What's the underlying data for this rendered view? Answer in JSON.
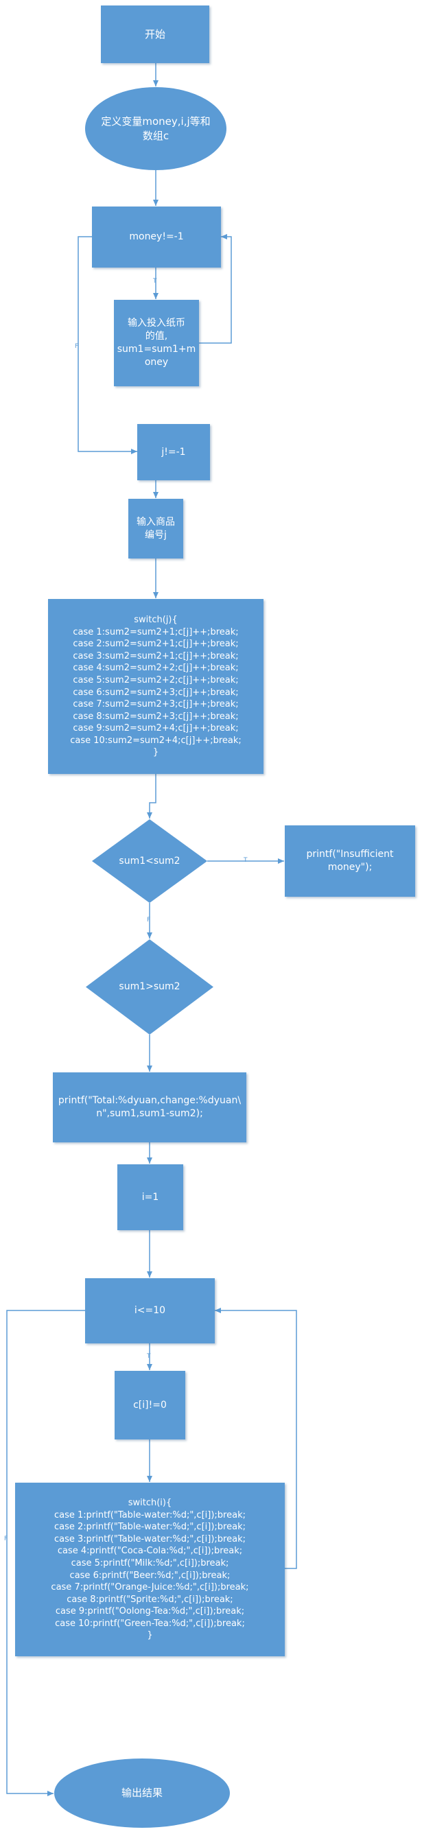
{
  "colors": {
    "node_fill": "#5b9bd5",
    "connector": "#5b9bd5",
    "text": "#ffffff"
  },
  "nodes": {
    "start": "开始",
    "define": "定义变量money,i,j等和\n数组c",
    "money_check": "money!=-1",
    "input_money": "输入投入纸币\n的值,\nsum1=sum1+m\noney",
    "j_check": "j!=-1",
    "input_item": "输入商品\n编号j",
    "switch_j": "switch(j){\ncase 1:sum2=sum2+1;c[j]++;break;\ncase 2:sum2=sum2+1;c[j]++;break;\ncase 3:sum2=sum2+1;c[j]++;break;\ncase 4:sum2=sum2+2;c[j]++;break;\ncase 5:sum2=sum2+2;c[j]++;break;\ncase 6:sum2=sum2+3;c[j]++;break;\ncase 7:sum2=sum2+3;c[j]++;break;\ncase 8:sum2=sum2+3;c[j]++;break;\ncase 9:sum2=sum2+4;c[j]++;break;\ncase 10:sum2=sum2+4;c[j]++;break;\n}",
    "lt_check": "sum1<sum2",
    "insufficient": "printf(\"Insufficient\nmoney\");",
    "gt_check": "sum1>sum2",
    "print_total": "printf(\"Total:%dyuan,change:%dyuan\\\nn\",sum1,sum1-sum2);",
    "i_init": "i=1",
    "i_check": "i<=10",
    "c_check": "c[i]!=0",
    "switch_i": "switch(i){\ncase 1:printf(\"Table-water:%d;\",c[i]);break;\ncase 2:printf(\"Table-water:%d;\",c[i]);break;\ncase 3:printf(\"Table-water:%d;\",c[i]);break;\ncase 4:printf(\"Coca-Cola:%d;\",c[i]);break;\ncase 5:printf(\"Milk:%d;\",c[i]);break;\ncase 6:printf(\"Beer:%d;\",c[i]);break;\ncase 7:printf(\"Orange-Juice:%d;\",c[i]);break;\ncase 8:printf(\"Sprite:%d;\",c[i]);break;\ncase 9:printf(\"Oolong-Tea:%d;\",c[i]);break;\ncase 10:printf(\"Green-Tea:%d;\",c[i]);break;\n}",
    "output": "输出结果"
  },
  "edge_labels": {
    "money_true": "T",
    "money_false": "F",
    "lt_true": "T",
    "lt_false": "F",
    "i_true": "T",
    "i_false": "F"
  }
}
